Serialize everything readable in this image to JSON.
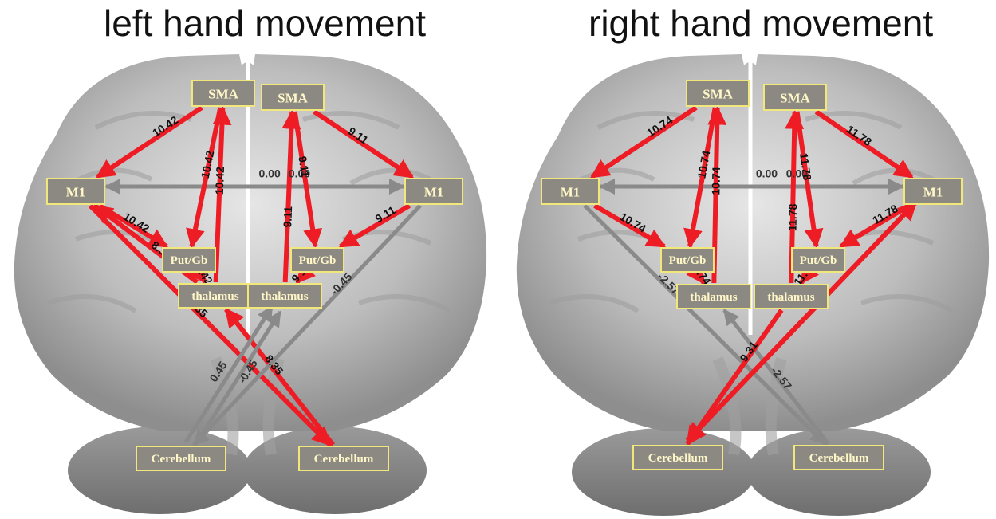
{
  "panels": [
    {
      "title": "left hand movement",
      "nodes": {
        "sma_l": "SMA",
        "sma_r": "SMA",
        "m1_l": "M1",
        "m1_r": "M1",
        "put_l": "Put/Gb",
        "put_r": "Put/Gb",
        "thal_l": "thalamus",
        "thal_r": "thalamus",
        "cer_l": "Cerebellum",
        "cer_r": "Cerebellum"
      },
      "edges": [
        {
          "from": "sma_l",
          "to": "m1_l",
          "weight": "10.42",
          "color": "red"
        },
        {
          "from": "sma_r",
          "to": "m1_r",
          "weight": "9.11",
          "color": "red"
        },
        {
          "from": "m1_l",
          "to": "m1_r",
          "weight": "0.00",
          "color": "grey"
        },
        {
          "from": "m1_r",
          "to": "m1_l",
          "weight": "0.00",
          "color": "grey"
        },
        {
          "from": "sma_l",
          "to": "put_l",
          "weight": "10.42",
          "color": "red"
        },
        {
          "from": "thal_l",
          "to": "sma_l",
          "weight": "10.42",
          "color": "red"
        },
        {
          "from": "thal_r",
          "to": "sma_r",
          "weight": "9.11",
          "color": "red"
        },
        {
          "from": "sma_r",
          "to": "put_r",
          "weight": "9.11",
          "color": "red"
        },
        {
          "from": "m1_l",
          "to": "put_l",
          "weight": "10.42",
          "color": "red"
        },
        {
          "from": "m1_r",
          "to": "put_r",
          "weight": "9.11",
          "color": "red"
        },
        {
          "from": "put_l",
          "to": "thal_l",
          "weight": "10.42",
          "color": "red"
        },
        {
          "from": "put_r",
          "to": "thal_r",
          "weight": "9.11",
          "color": "red"
        },
        {
          "from": "thal_l",
          "to": "m1_l",
          "weight": "8.35",
          "color": "red"
        },
        {
          "from": "m1_l",
          "to": "cer_r",
          "weight": "8.35",
          "color": "red"
        },
        {
          "from": "cer_r",
          "to": "thal_l",
          "weight": "8.35",
          "color": "red"
        },
        {
          "from": "m1_r",
          "to": "cer_l",
          "weight": "-0.45",
          "color": "grey"
        },
        {
          "from": "cer_l",
          "to": "thal_r",
          "weight": "0.45",
          "color": "grey"
        },
        {
          "from": "cer_l",
          "to": "thal_r",
          "weight": "-0.45",
          "color": "grey"
        }
      ]
    },
    {
      "title": "right hand movement",
      "nodes": {
        "sma_l": "SMA",
        "sma_r": "SMA",
        "m1_l": "M1",
        "m1_r": "M1",
        "put_l": "Put/Gb",
        "put_r": "Put/Gb",
        "thal_l": "thalamus",
        "thal_r": "thalamus",
        "cer_l": "Cerebellum",
        "cer_r": "Cerebellum"
      },
      "edges": [
        {
          "from": "sma_l",
          "to": "m1_l",
          "weight": "10.74",
          "color": "red"
        },
        {
          "from": "sma_r",
          "to": "m1_r",
          "weight": "11.78",
          "color": "red"
        },
        {
          "from": "m1_l",
          "to": "m1_r",
          "weight": "0.00",
          "color": "grey"
        },
        {
          "from": "m1_r",
          "to": "m1_l",
          "weight": "0.00",
          "color": "grey"
        },
        {
          "from": "sma_l",
          "to": "put_l",
          "weight": "10.74",
          "color": "red"
        },
        {
          "from": "thal_l",
          "to": "sma_l",
          "weight": "10.74",
          "color": "red"
        },
        {
          "from": "thal_r",
          "to": "sma_r",
          "weight": "11.78",
          "color": "red"
        },
        {
          "from": "sma_r",
          "to": "put_r",
          "weight": "11.78",
          "color": "red"
        },
        {
          "from": "m1_l",
          "to": "put_l",
          "weight": "10.74",
          "color": "red"
        },
        {
          "from": "m1_r",
          "to": "put_r",
          "weight": "11.78",
          "color": "red"
        },
        {
          "from": "put_l",
          "to": "thal_l",
          "weight": "10.74",
          "color": "red"
        },
        {
          "from": "put_r",
          "to": "thal_r",
          "weight": "11.78",
          "color": "red"
        },
        {
          "from": "m1_l",
          "to": "cer_r",
          "weight": "-2.57",
          "color": "grey"
        },
        {
          "from": "cer_r",
          "to": "thal_l",
          "weight": "-2.57",
          "color": "grey"
        },
        {
          "from": "cer_l",
          "to": "m1_r",
          "weight": "9.31",
          "color": "red"
        },
        {
          "from": "thal_r",
          "to": "cer_l",
          "weight": "9.31",
          "color": "red"
        },
        {
          "from": "m1_r",
          "to": "cer_l",
          "weight": "9.31",
          "color": "red"
        }
      ]
    }
  ],
  "colors": {
    "excitatory_edge": "#ee1c24",
    "zero_or_negative_edge": "#8a8a8a",
    "node_fill": "#8c8982",
    "node_border": "#f2e77a",
    "node_text": "#fff7c8"
  }
}
